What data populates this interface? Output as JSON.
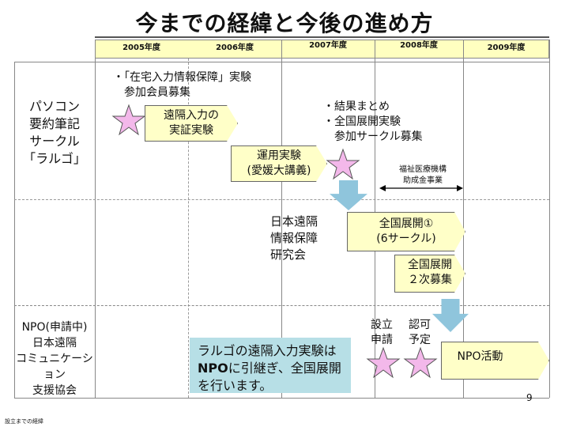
{
  "title": "今までの経緯と今後の進め方",
  "years": [
    "2005年度",
    "2006年度",
    "2007年度",
    "2008年度",
    "2009年度"
  ],
  "rows": {
    "circle_label": "パソコン\n要約筆記\nサークル\n「ラルゴ」",
    "npo_label": "NPO(申請中)\n日本遠隔\nコミュニケーション\n支援協会"
  },
  "notes": {
    "recruit_2005": "・「在宅入力情報保障」実験\n　参加会員募集",
    "summary_2007": "・結果まとめ\n・全国展開実験\n　参加サークル募集",
    "institute": "日本遠隔\n情報保障\n研究会",
    "welfare_fund": "福祉医療機構\n助成金事業",
    "establish": "設立\n申請",
    "approval": "認可\n予定",
    "page_number": "9",
    "footer": "設立までの経緯"
  },
  "callouts": {
    "remote_demo": "遠隔入力の\n実証実験",
    "operation_test": "運用実験\n(愛媛大講義)",
    "nationwide_1": "全国展開①\n(6サークル)",
    "nationwide_2": "全国展開\n２次募集",
    "npo_activity": "NPO活動"
  },
  "info_box": {
    "line1": "ラルゴの遠隔入力実験は",
    "line2_bold": "NPO",
    "line2_rest": "に引継ぎ、全国展開",
    "line3": "を行います。"
  },
  "colors": {
    "star": "#f3b8ea",
    "callout_fill": "#ffffc8",
    "arrow_fill": "#8fc5dc",
    "info_box_fill": "#b7dfe6",
    "year_band": "#ffffc0"
  }
}
